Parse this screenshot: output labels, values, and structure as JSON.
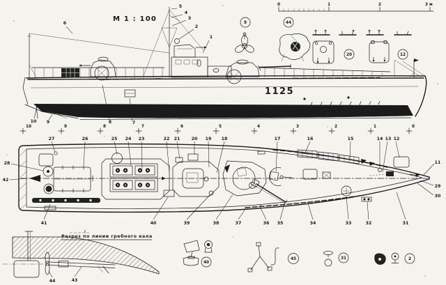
{
  "colors": {
    "paper": "#f4f3ee",
    "ink": "#1b1b1b"
  },
  "scale_label": "М 1 : 100",
  "hull_number": "1125",
  "section_title": "Разрез по линии гребного вала",
  "scale_bar": {
    "ticks": [
      "0",
      "1",
      "2",
      "3 м"
    ]
  },
  "stations": [
    "10",
    "9",
    "8",
    "7",
    "6",
    "5",
    "4",
    "3",
    "2",
    "1",
    "0"
  ],
  "callouts": {
    "side": [
      "6",
      "5",
      "4",
      "3",
      "2",
      "1",
      "10",
      "9",
      "8",
      "7"
    ],
    "plan_top": [
      "28",
      "27",
      "26",
      "25",
      "24",
      "23",
      "22",
      "21",
      "20",
      "19",
      "18",
      "17",
      "16",
      "15",
      "14",
      "13",
      "12"
    ],
    "plan_right": [
      "11",
      "29",
      "30"
    ],
    "plan_bottom": [
      "42",
      "41",
      "40",
      "39",
      "38",
      "37",
      "36",
      "35",
      "34",
      "33",
      "32",
      "31"
    ],
    "section": [
      "44",
      "43"
    ],
    "details_circled": {
      "propeller": "9",
      "shaft_bracket": "44",
      "hatch_round": "20",
      "hatch_square": "12",
      "vent_box": "40",
      "boat_hook": "45",
      "mushroom_vent": "31",
      "searchlight": "2"
    }
  }
}
